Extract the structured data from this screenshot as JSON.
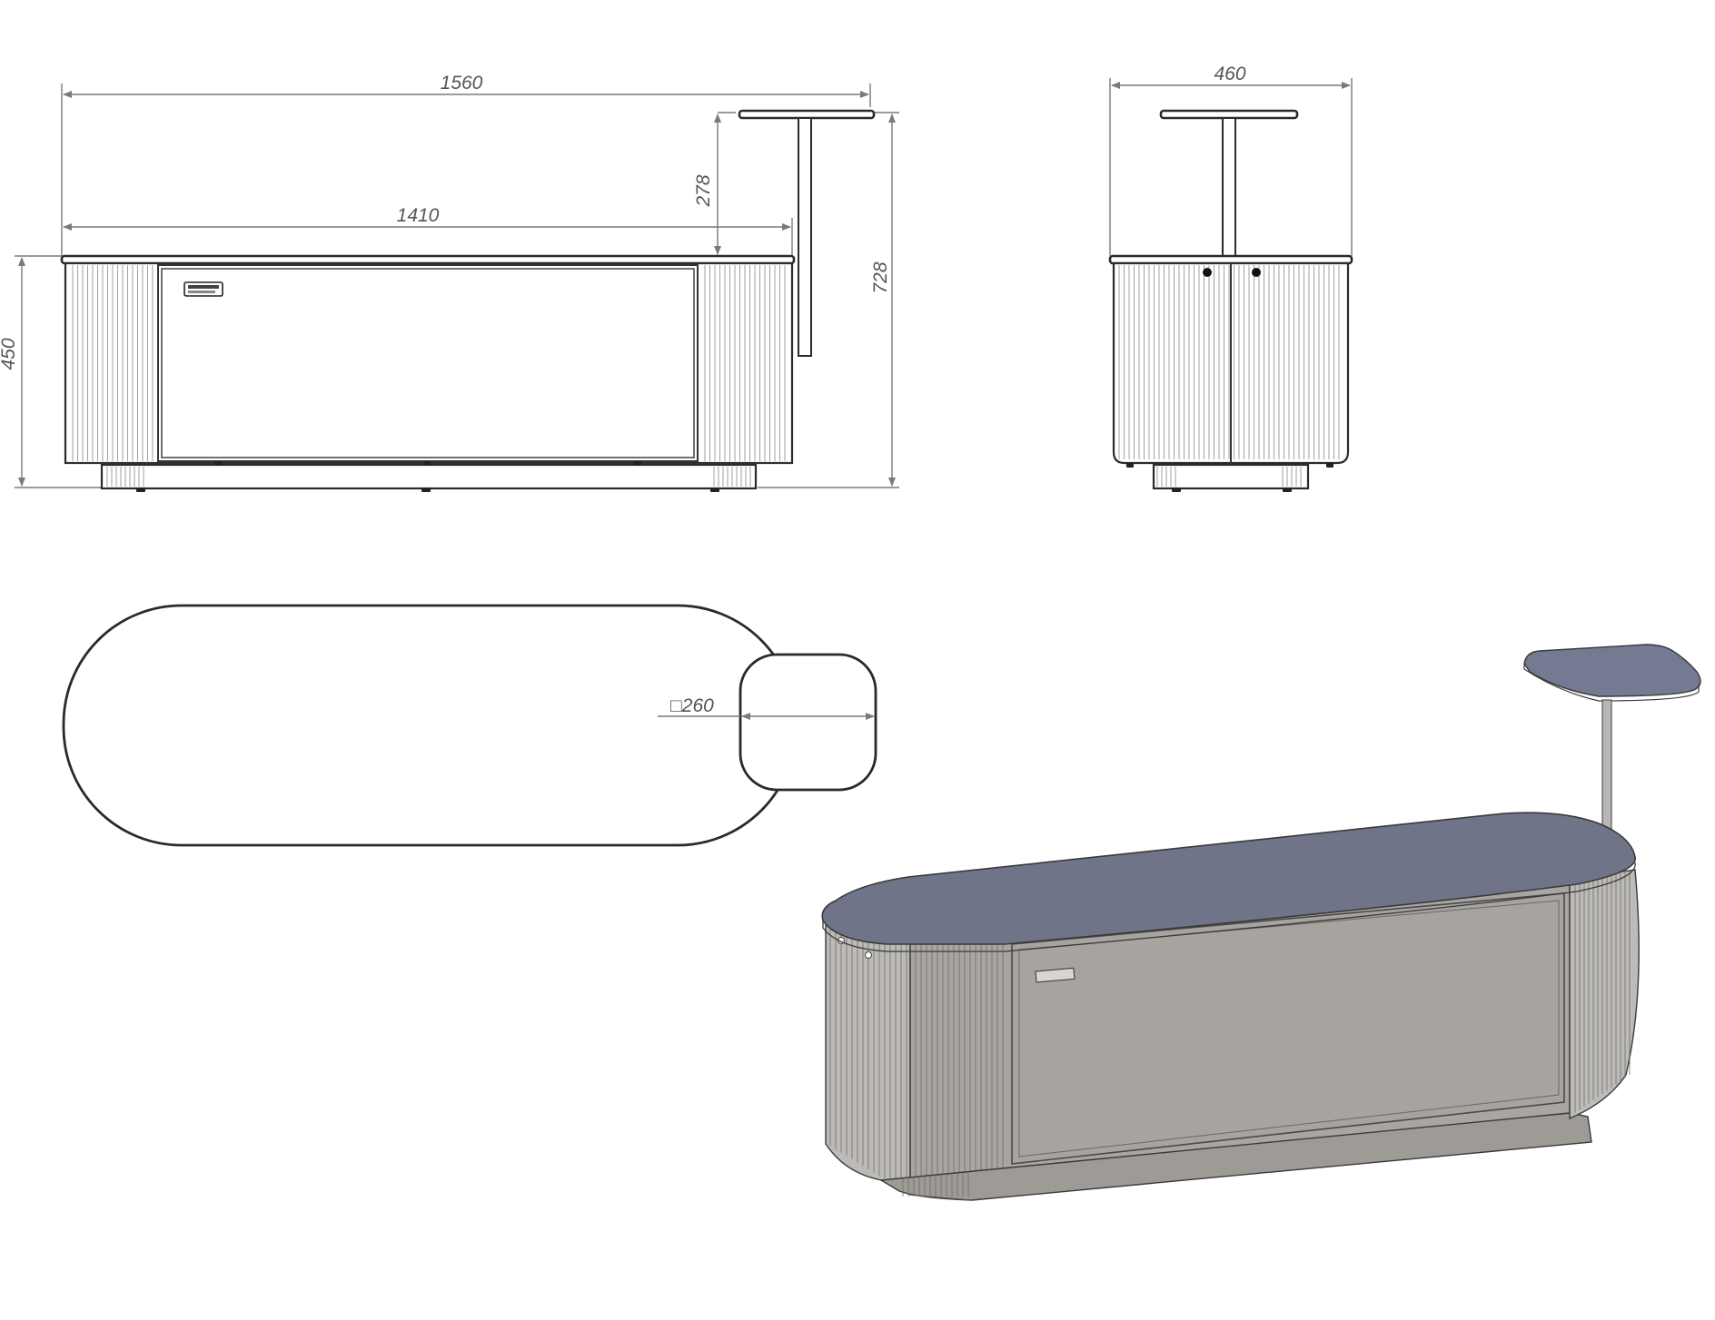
{
  "dimensions": {
    "total_length": "1560",
    "body_length": "1410",
    "shelf_height": "278",
    "body_height": "450",
    "total_height": "728",
    "depth": "460",
    "shelf_size": "□260"
  },
  "colors": {
    "background": "#ffffff",
    "line": "#2a2a2a",
    "dimension": "#7a7a7a",
    "top_surface": "#6f7488",
    "shelf_surface": "#737a92",
    "body_front": "#a9a6a2",
    "body_side": "#bdbbb7",
    "plinth": "#9e9b97"
  }
}
